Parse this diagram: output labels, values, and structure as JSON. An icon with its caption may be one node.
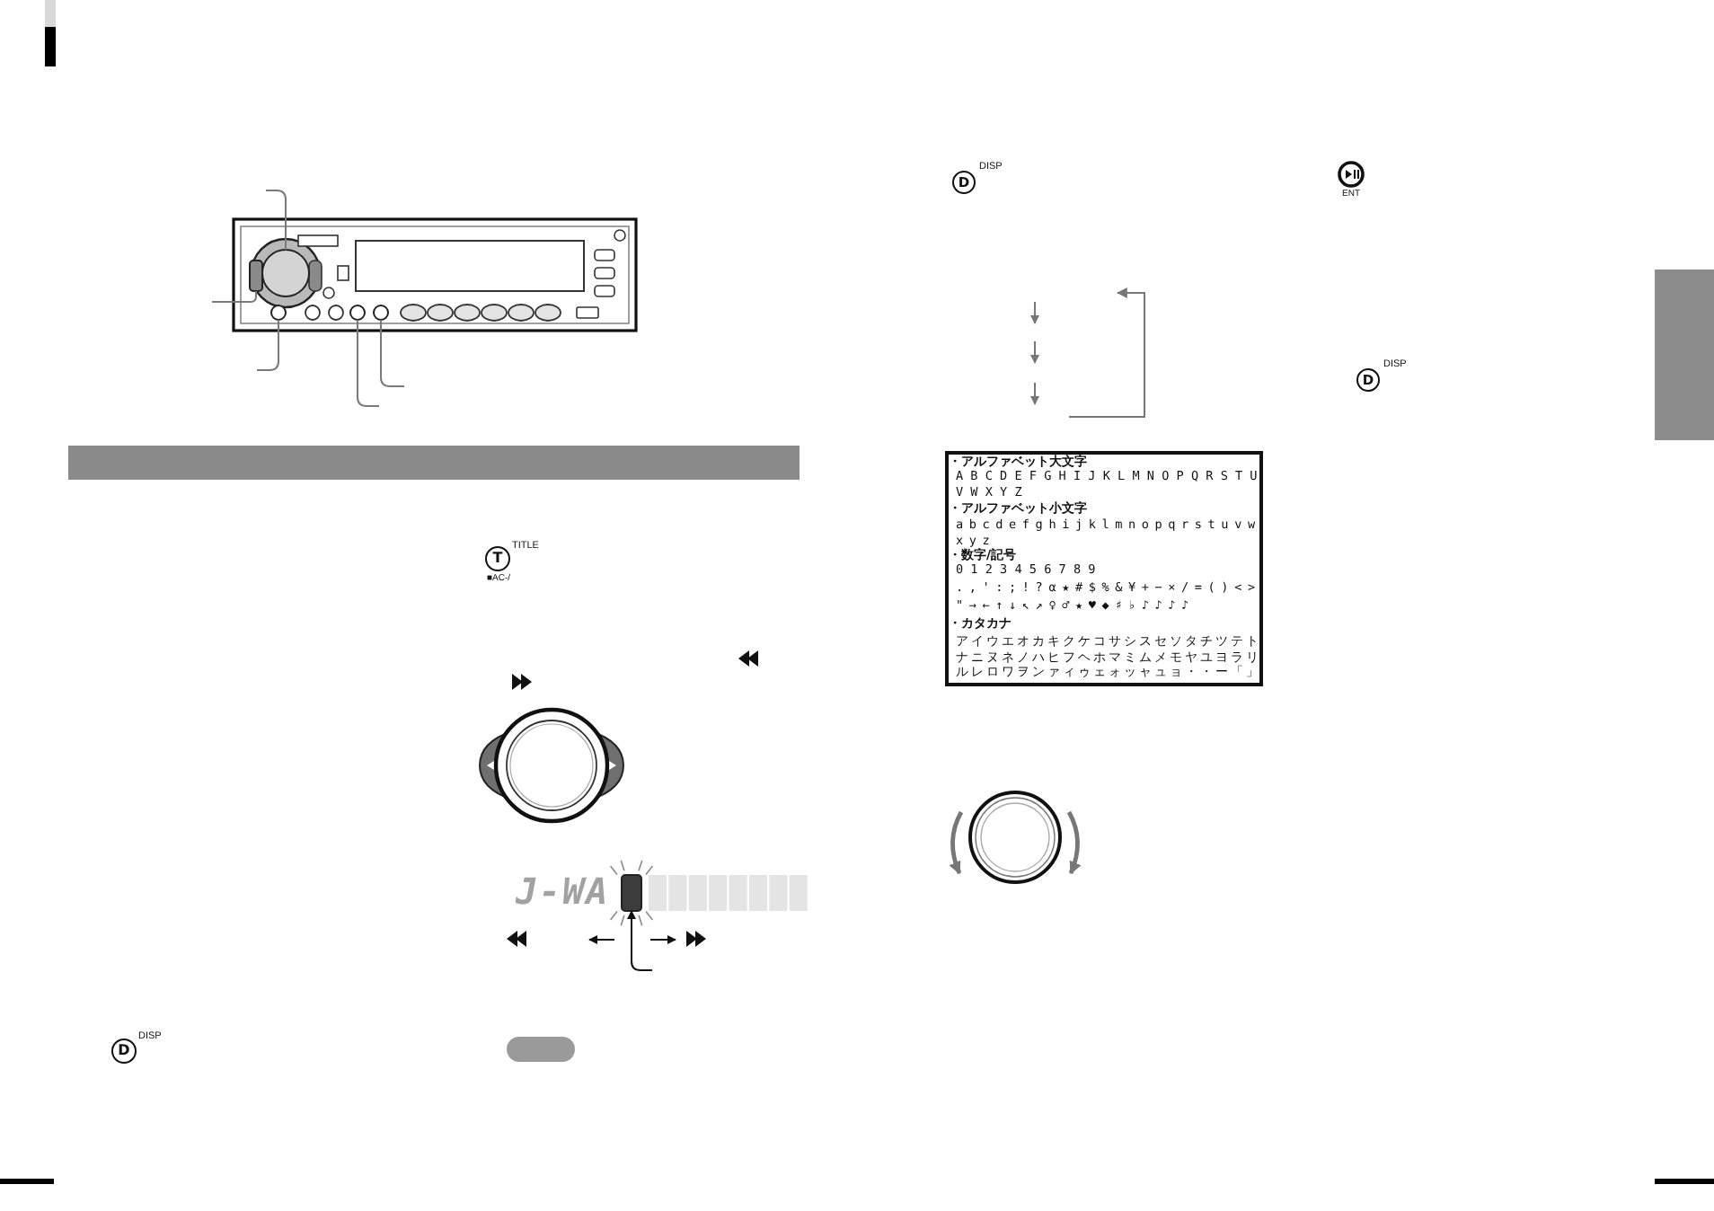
{
  "diagram": {
    "nodes": [
      {
        "text": [],
        "shape": "circle"
      },
      {
        "text": [],
        "shape": "box"
      },
      {
        "text": [],
        "shape": "circle"
      },
      {
        "text": [],
        "shape": "circle"
      },
      {
        "text": [],
        "shape": "circle"
      },
      {
        "text": [],
        "shape": "box"
      },
      {
        "text": [],
        "shape": "box"
      }
    ],
    "edges": [
      {
        "from": null,
        "to": 0,
        "arrow": "none"
      },
      {
        "from": null,
        "to": 1,
        "arrow": "none"
      },
      {
        "from": null,
        "to": 2,
        "arrow": "none"
      },
      {
        "from": null,
        "to": 3,
        "arrow": "none"
      },
      {
        "from": null,
        "to": 4,
        "arrow": "none"
      },
      {
        "from": null,
        "to": 5,
        "arrow": "to",
        "color": "#111111"
      }
    ],
    "labels": [
      "T",
      "TITLE",
      "■AC-/",
      "J-WA",
      "D",
      "DISP",
      "D",
      "DISP",
      "ENT",
      "D",
      "DISP",
      "・アルファベット大文字",
      "A B C D E F G H I J K L M N O P Q R S T U V W X Y Z",
      "・アルファベット小文字",
      "a b c d e f g h i j k l m n o p q r s t u v w x y z",
      "・数字/記号",
      "0 1 2 3 4 5 6 7 8 9",
      ". , ' : ; ! ? α ★ # $ % & ¥ + − × / = ( ) < > \" → ← ↑ ↓ ↖ ↗ ♀ ♂ ★ ♥ ◆ ♯ ♭ ♪ ♪ ♪ ♪",
      "・カタカナ",
      "アイウエオカキクケコサシスセソタチツテトナニヌネノハヒフヘホマミムメモヤユヨラリルレロワヲンァィゥェォッャュョ・・ー「」"
    ]
  }
}
